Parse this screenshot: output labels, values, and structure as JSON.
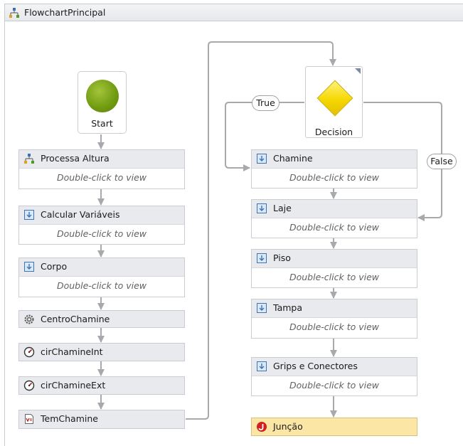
{
  "designer": {
    "title": "FlowchartPrincipal"
  },
  "start": {
    "label": "Start"
  },
  "decision": {
    "label": "Decision",
    "true_label": "True",
    "false_label": "False"
  },
  "activities": {
    "processa_altura": {
      "label": "Processa Altura",
      "body": "Double-click to view",
      "icon": "flowchart-icon"
    },
    "calcular_variaveis": {
      "label": "Calcular Variáveis",
      "body": "Double-click to view",
      "icon": "sequence-icon"
    },
    "corpo": {
      "label": "Corpo",
      "body": "Double-click to view",
      "icon": "sequence-icon"
    },
    "centro_chamine": {
      "label": "CentroChamine",
      "icon": "gear-icon"
    },
    "cir_chamine_int": {
      "label": "cirChamineInt",
      "icon": "gauge-icon"
    },
    "cir_chamine_ext": {
      "label": "cirChamineExt",
      "icon": "gauge-icon"
    },
    "tem_chamine": {
      "label": "TemChamine",
      "icon": "assign-icon"
    },
    "chamine": {
      "label": "Chamine",
      "body": "Double-click to view",
      "icon": "sequence-icon"
    },
    "laje": {
      "label": "Laje",
      "body": "Double-click to view",
      "icon": "sequence-icon"
    },
    "piso": {
      "label": "Piso",
      "body": "Double-click to view",
      "icon": "sequence-icon"
    },
    "tampa": {
      "label": "Tampa",
      "body": "Double-click to view",
      "icon": "sequence-icon"
    },
    "grips": {
      "label": "Grips e Conectores",
      "body": "Double-click to view",
      "icon": "sequence-icon"
    },
    "juncao": {
      "label": "Junção",
      "icon": "join-icon"
    }
  },
  "colors": {
    "connector": "#a7a9ad",
    "start_green": "#7ea416",
    "decision_yellow": "#f7d800",
    "join_bg": "#fbe6a6",
    "header_bg": "#e8eaed"
  }
}
